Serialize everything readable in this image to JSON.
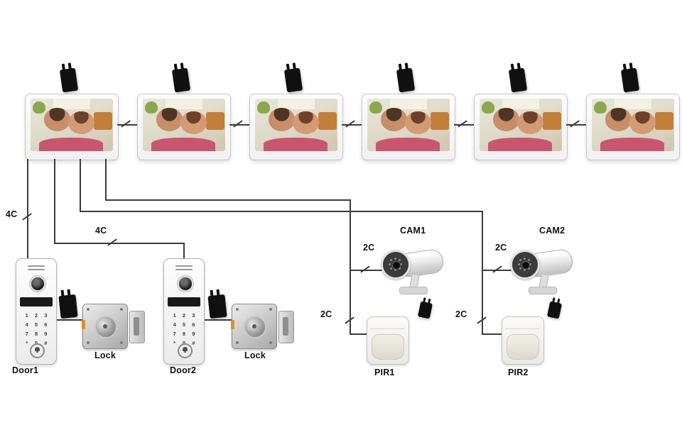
{
  "labels": {
    "bus_4c_left": "4C",
    "bus_4c_mid": "4C",
    "cam1_2c": "2C",
    "pir1_2c": "2C",
    "cam2_2c": "2C",
    "pir2_2c": "2C",
    "cam1": "CAM1",
    "cam2": "CAM2",
    "pir1": "PIR1",
    "pir2": "PIR2",
    "door1": "Door1",
    "door2": "Door2",
    "lock1": "Lock",
    "lock2": "Lock"
  },
  "keypad": [
    "1",
    "2",
    "3",
    "4",
    "5",
    "6",
    "7",
    "8",
    "9",
    "*",
    "0",
    "#"
  ],
  "colors": {
    "wire": "#3c3c3c",
    "label_text": "#111111",
    "device_body": "#ffffff"
  }
}
